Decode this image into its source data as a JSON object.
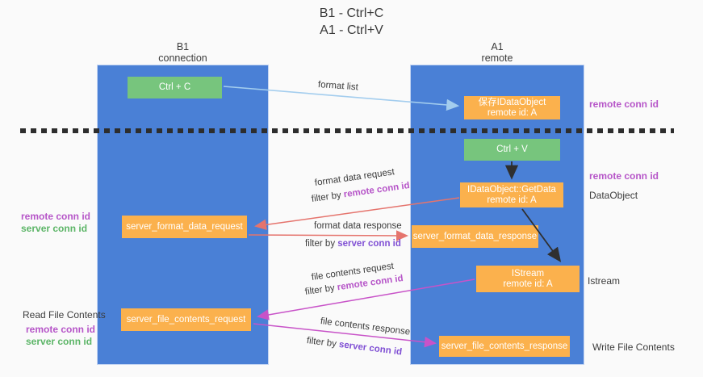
{
  "title": {
    "line1": "B1 - Ctrl+C",
    "line2": "A1 - Ctrl+V"
  },
  "columns": {
    "left": {
      "header_line1": "B1",
      "header_line2": "connection"
    },
    "right": {
      "header_line1": "A1",
      "header_line2": "remote"
    }
  },
  "nodes": {
    "ctrl_c": "Ctrl + C",
    "ctrl_v": "Ctrl + V",
    "save_dataobject_line1": "保存IDataObject",
    "save_dataobject_line2": "remote id: A",
    "getdata_line1": "IDataObject::GetData",
    "getdata_line2": "remote id: A",
    "istream_line1": "IStream",
    "istream_line2": "remote id: A",
    "server_format_data_request": "server_format_data_request",
    "server_format_data_response": "server_format_data_response",
    "server_file_contents_request": "server_file_contents_request",
    "server_file_contents_response": "server_file_contents_response"
  },
  "flow_labels": {
    "format_list": "format list",
    "format_data_request": "format data request",
    "format_data_response": "format data response",
    "file_contents_request": "file contents request",
    "file_contents_response": "file contents response",
    "filter_by": "filter by ",
    "remote_conn_id": "remote conn id",
    "server_conn_id": "server conn id"
  },
  "side_labels": {
    "remote_conn_id": "remote conn id",
    "server_conn_id": "server conn id",
    "read_file_contents": "Read File Contents",
    "write_file_contents": "Write File Contents",
    "dataobject": "DataObject",
    "istream": "Istream"
  },
  "colors": {
    "background": "#fafafa",
    "column_blue": "#4a80d6",
    "node_green": "#77c57d",
    "node_orange": "#fbb14d",
    "remote_conn_id_magenta": "#b655c8",
    "server_conn_id_green": "#5cb567",
    "server_conn_id_violet": "#8050d4",
    "arrow_red": "#e5746d",
    "arrow_magenta": "#c853c8",
    "arrow_blue": "#a3cdee",
    "arrow_black": "#2f2f2f",
    "text_dark": "#3c3c3c"
  }
}
